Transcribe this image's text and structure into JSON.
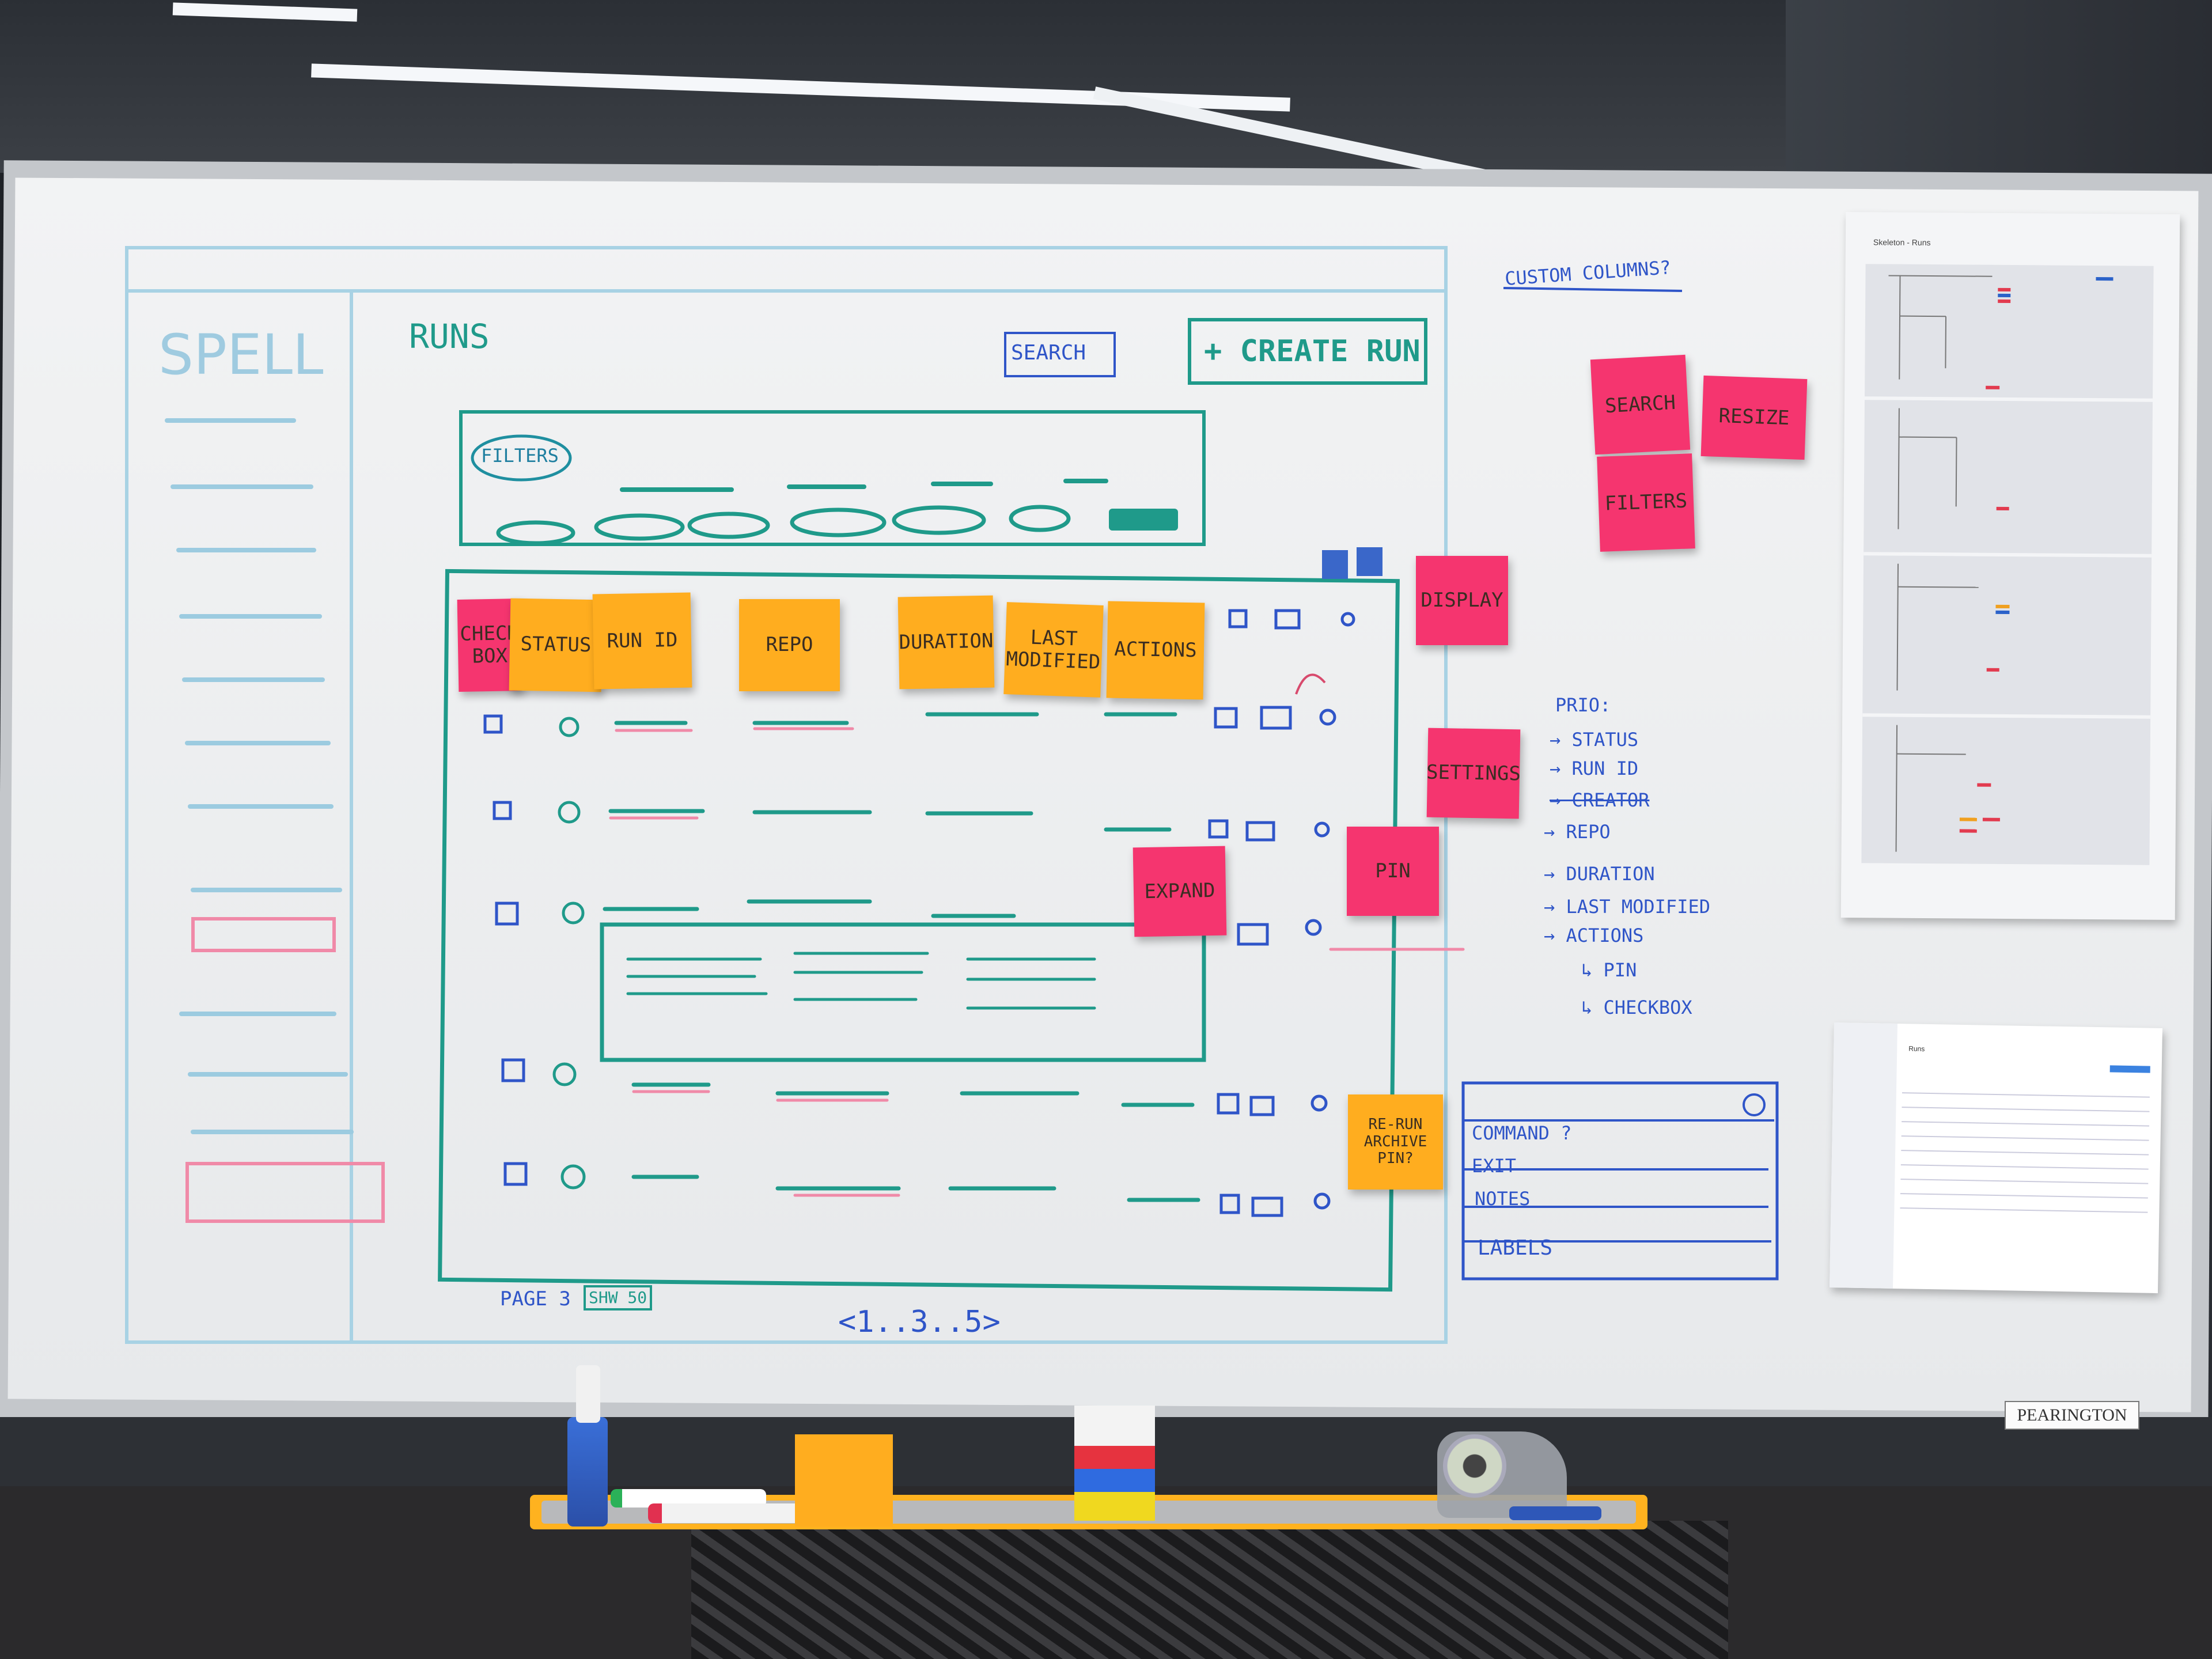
{
  "wireframe": {
    "brand": "SPELL",
    "page_title": "RUNS",
    "search_label": "SEARCH",
    "create_label": "+ CREATE RUN",
    "filters_label": "FILTERS",
    "pagination_page": "PAGE 3",
    "pagination_show": "SHW 50",
    "pagination_pages": "<1..3..5>"
  },
  "stickies": {
    "checkbox": "CHECK BOX",
    "status": "STATUS",
    "run_id": "RUN ID",
    "repo": "REPO",
    "duration": "DURATION",
    "last_modified": "LAST MODIFIED",
    "actions": "ACTIONS",
    "display": "DISPLAY",
    "settings": "SETTINGS",
    "expand": "EXPAND",
    "pin": "PIN",
    "rerun": "RE-RUN ARCHIVE PIN?",
    "search": "SEARCH",
    "resize": "RESIZE",
    "filters": "FILTERS"
  },
  "notes": {
    "custom_columns": "CUSTOM COLUMNS?",
    "prio_title": "PRIO:",
    "prio_items": [
      "→ STATUS",
      "→ RUN ID",
      "→ CREATOR",
      "→ REPO",
      "→ DURATION",
      "→ LAST MODIFIED",
      "→ ACTIONS",
      "↳ PIN",
      "↳ CHECKBOX"
    ],
    "menu_items": [
      "COMMAND ?",
      "EXIT",
      "NOTES",
      "LABELS"
    ]
  },
  "printouts": {
    "skeleton_title": "Skeleton - Runs",
    "app_title": "Runs"
  },
  "brand_plate": "PEARINGTON"
}
